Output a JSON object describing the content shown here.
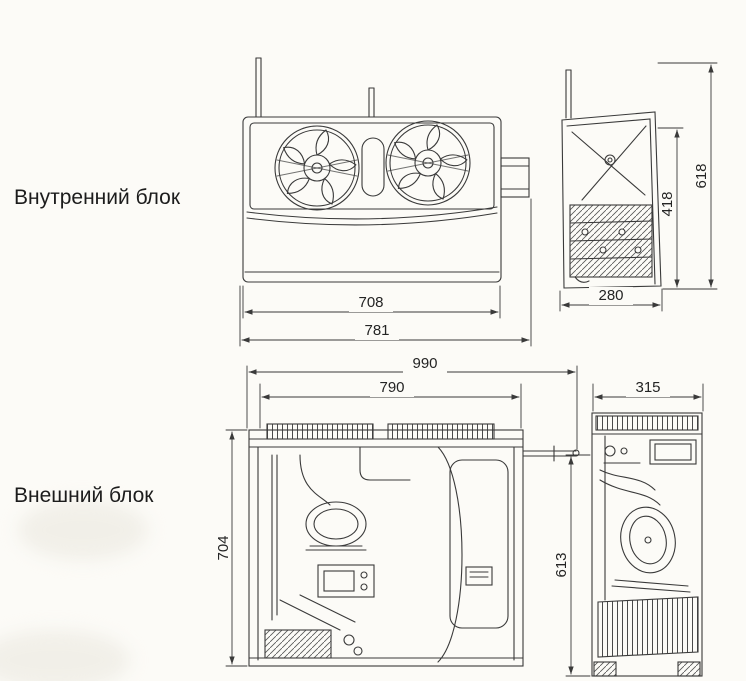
{
  "labels": {
    "indoor_unit": "Внутренний блок",
    "outdoor_unit": "Внешний блок"
  },
  "dimensions": {
    "indoor": {
      "front_inner_width": "708",
      "front_overall_width": "781",
      "side_depth": "280",
      "side_inner_height": "418",
      "side_overall_height": "618"
    },
    "outdoor": {
      "overall_width": "990",
      "front_inner_width": "790",
      "side_depth": "315",
      "front_height": "704",
      "side_height": "613"
    }
  },
  "colors": {
    "ink": "#3a3a3a",
    "paper": "#fcfbf7"
  }
}
